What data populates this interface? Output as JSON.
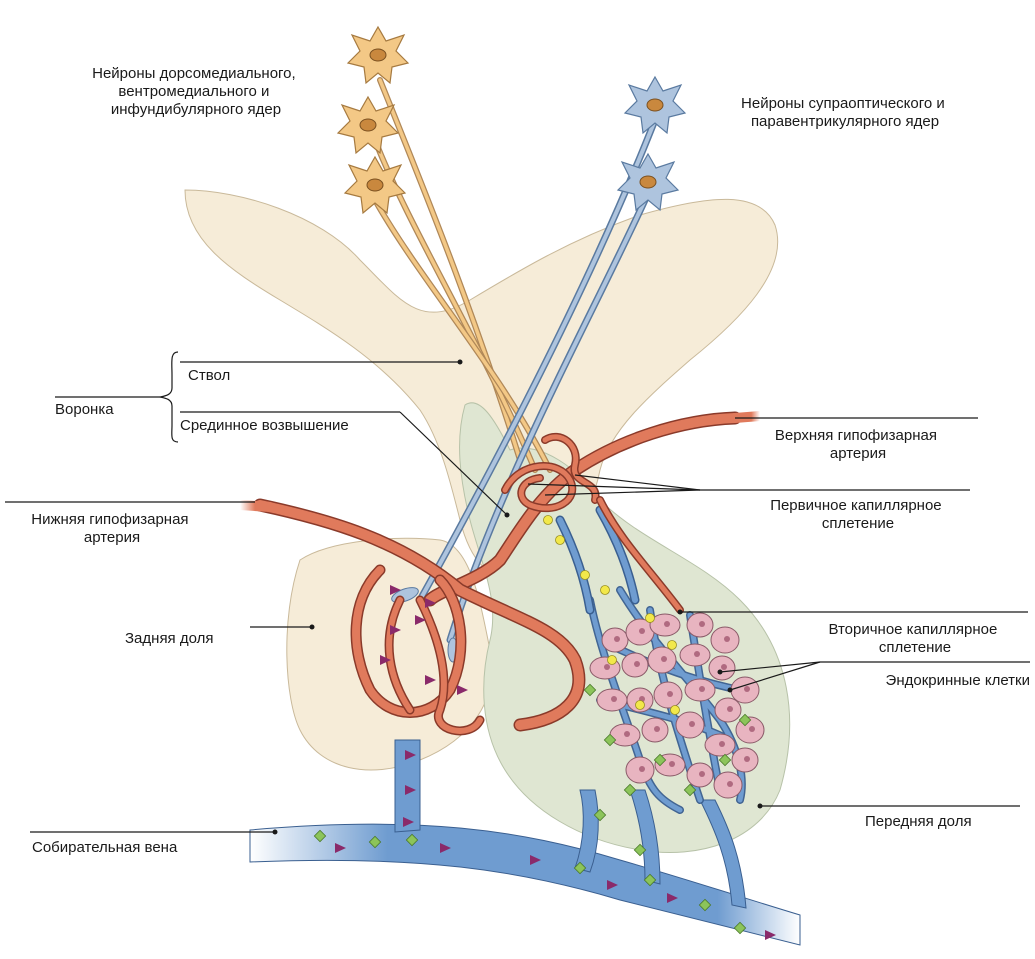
{
  "labels": {
    "neurons_orange": [
      "Нейроны дорсомедиального,",
      "вентромедиального и",
      "инфундибулярного ядер"
    ],
    "neurons_blue": [
      "Нейроны супраоптического и",
      "паравентрикулярного ядер"
    ],
    "stalk": "Ствол",
    "infundibulum": "Воронка",
    "median_eminence": "Срединное возвышение",
    "superior_artery": [
      "Верхняя гипофизарная",
      "артерия"
    ],
    "inferior_artery": [
      "Нижняя гипофизарная",
      "артерия"
    ],
    "primary_plexus": [
      "Первичное капиллярное",
      "сплетение"
    ],
    "posterior_lobe": "Задняя доля",
    "secondary_plexus": [
      "Вторичное капиллярное",
      "сплетение"
    ],
    "endocrine_cells": "Эндокринные клетки",
    "collecting_vein": "Собирательная вена",
    "anterior_lobe": "Передняя доля"
  },
  "colors": {
    "hypothalamus": "#f6ecd8",
    "anterior_lobe": "#dfe6d2",
    "artery": "#e07a5c",
    "vein": "#6f9cd0",
    "orange_neuron": "#f3c886",
    "blue_neuron": "#aec4de",
    "endocrine_cell": "#e8b4c0",
    "hormone_yellow": "#f2e84a",
    "hormone_green": "#8cc45a",
    "hormone_purple": "#8a2a6a"
  }
}
